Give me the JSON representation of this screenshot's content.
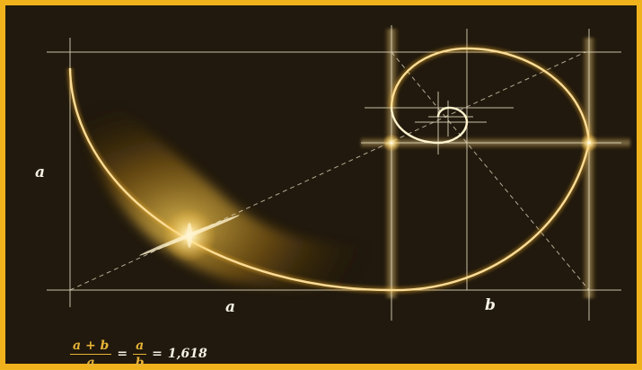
{
  "labels": {
    "left_side": "a",
    "bottom_left": "a",
    "bottom_right": "b"
  },
  "formula": {
    "lhs_numerator": "a + b",
    "lhs_denominator": "a",
    "equals1": "=",
    "mid_numerator": "a",
    "mid_denominator": "b",
    "equals2": "=",
    "value": "1,618"
  },
  "colors": {
    "frame": "#f0b21c",
    "background": "#21190d",
    "gold": "#e7b338",
    "glow": "#fff2c4"
  }
}
